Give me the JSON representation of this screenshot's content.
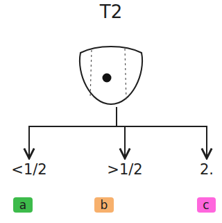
{
  "diagram": {
    "nodes": [
      {
        "text": [
          "T2"
        ]
      },
      {
        "text": [
          "<1/2"
        ]
      },
      {
        "text": [
          ">1/2"
        ]
      },
      {
        "text": [
          "2."
        ]
      },
      {
        "text": [
          "a"
        ]
      },
      {
        "text": [
          "b"
        ]
      },
      {
        "text": [
          "c"
        ]
      }
    ],
    "edges": [
      {
        "from": 0,
        "to": 1,
        "arrow": "to"
      },
      {
        "from": 0,
        "to": 2,
        "arrow": "to"
      },
      {
        "from": 0,
        "to": 3,
        "arrow": "to"
      }
    ]
  }
}
